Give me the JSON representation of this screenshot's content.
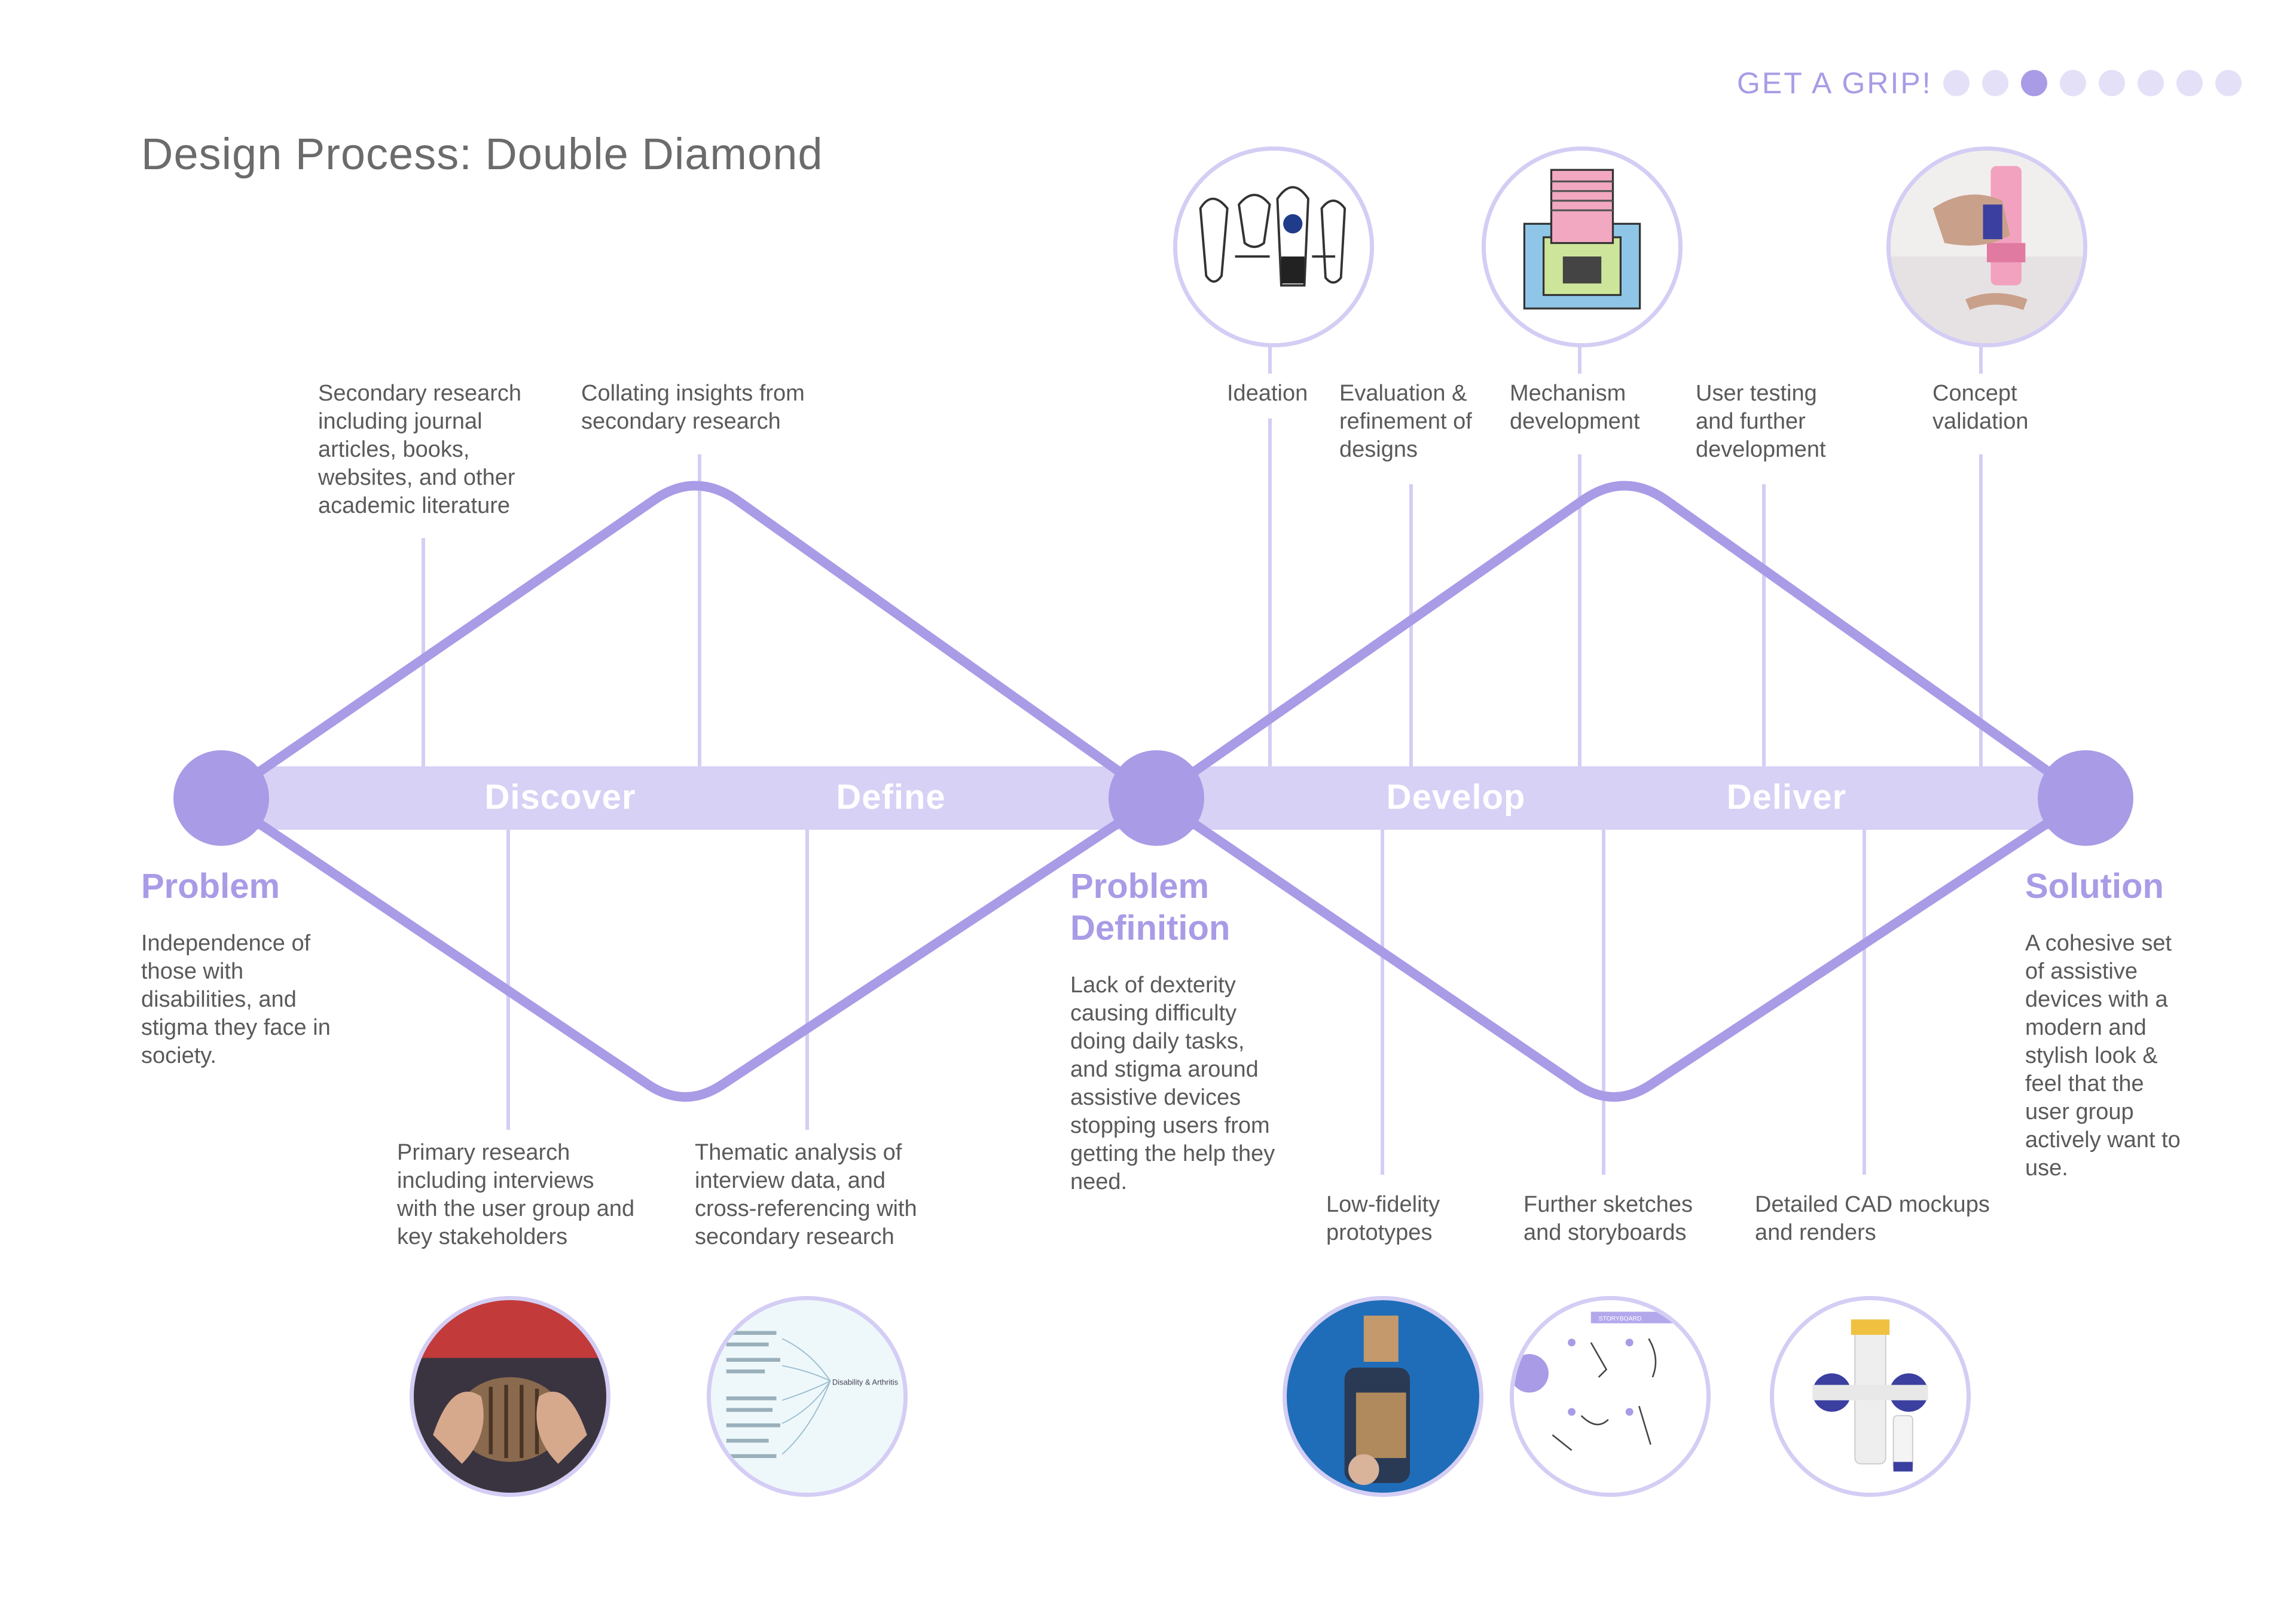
{
  "header": {
    "title": "Design Process: Double Diamond",
    "brand": "GET A GRIP!",
    "page_dots": 8,
    "active_dot": 3
  },
  "phases": {
    "discover": "Discover",
    "define": "Define",
    "develop": "Develop",
    "deliver": "Deliver"
  },
  "milestones": {
    "problem": {
      "title": "Problem",
      "text": "Independence of those with disabilities, and stigma they face in society."
    },
    "problem_definition": {
      "title": "Problem Definition",
      "text": "Lack of dexterity causing difficulty doing daily tasks, and stigma around assistive devices stopping users from getting the help they need."
    },
    "solution": {
      "title": "Solution",
      "text": "A cohesive set of assistive devices with a modern and stylish look & feel that the user group actively want to use."
    }
  },
  "steps": {
    "secondary_research": "Secondary research including journal articles, books, websites, and other academic literature",
    "collating_insights": "Collating insights from secondary research",
    "primary_research": "Primary research including interviews with the user group and key stakeholders",
    "thematic_analysis": "Thematic analysis of interview data, and cross-referencing with secondary research",
    "ideation": "Ideation",
    "evaluation": "Evaluation & refinement of designs",
    "mechanism": "Mechanism development",
    "user_testing": "User testing and further development",
    "concept_validation": "Concept validation",
    "low_fidelity": "Low-fidelity prototypes",
    "further_sketches": "Further sketches and storyboards",
    "detailed_cad": "Detailed CAD mockups and renders"
  },
  "thumbnail_text": {
    "mindmap_center": "Disability & Arthritis",
    "storyboard_title": "STORYBOARD"
  },
  "colors": {
    "accent": "#a99be6",
    "band": "#d7d1f5",
    "connector": "#d4cdf4",
    "text": "#5a5a5a",
    "dot_inactive": "#e4e0f7"
  }
}
